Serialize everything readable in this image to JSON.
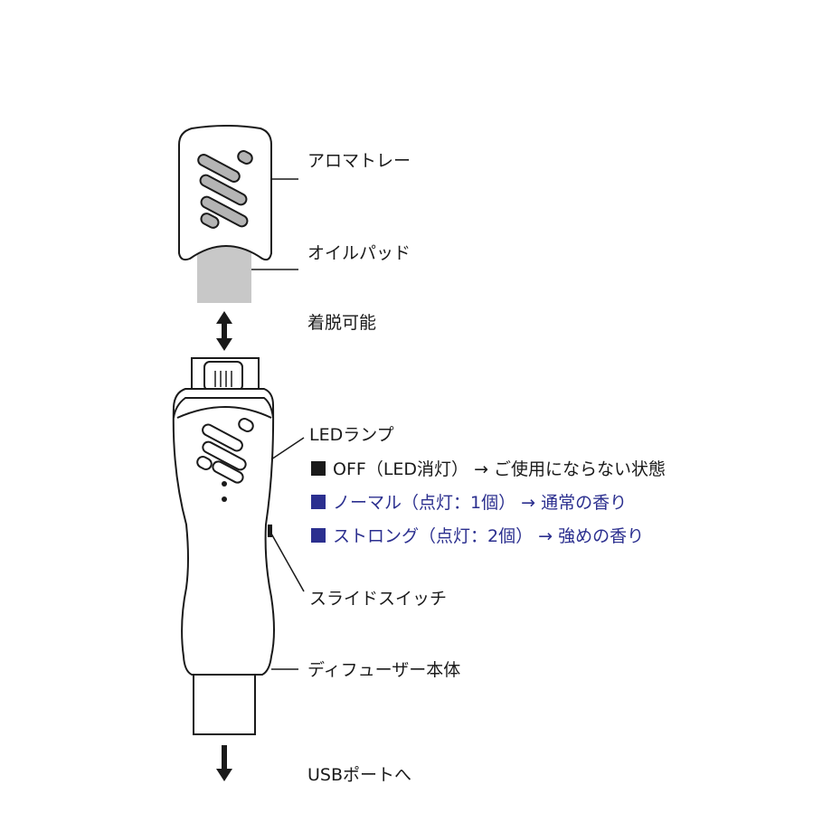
{
  "labels": {
    "aroma_tray": "アロマトレー",
    "oil_pad": "オイルパッド",
    "detachable": "着脱可能",
    "led_lamp": "LEDランプ",
    "slide_switch": "スライドスイッチ",
    "diffuser_body": "ディフューザー本体",
    "usb_port": "USBポートへ"
  },
  "led_modes": [
    {
      "text": "OFF（LED消灯） → ご使用にならない状態",
      "color": "#1a1a1a"
    },
    {
      "text": "ノーマル（点灯：1個） → 通常の香り",
      "color": "#2b2f8f"
    },
    {
      "text": "ストロング（点灯：2個） → 強めの香り",
      "color": "#2b2f8f"
    }
  ],
  "colors": {
    "outline": "#1a1a1a",
    "pad_gray": "#c8c8c8",
    "slot_gray": "#b4b4b4",
    "accent_blue": "#2b2f8f"
  },
  "icons": [
    "double-arrow-icon",
    "down-arrow-icon",
    "square-bullet-icon"
  ]
}
